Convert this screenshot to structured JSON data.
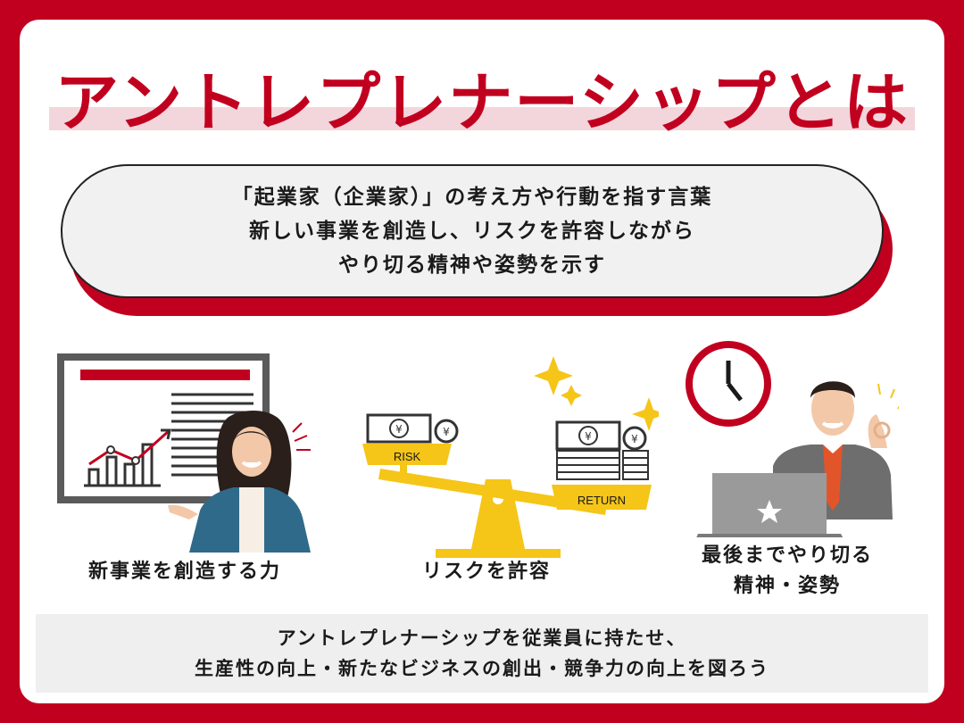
{
  "title": "アントレプレナーシップとは",
  "definition": {
    "lines": [
      "「起業家（企業家）」の考え方や行動を指す言葉",
      "新しい事業を創造し、リスクを許容しながら",
      "やり切る精神や姿勢を示す"
    ]
  },
  "items": [
    {
      "icon": "presenter-with-growth-chart-icon",
      "caption_lines": [
        "新事業を創造する力"
      ]
    },
    {
      "icon": "risk-return-balance-scale-icon",
      "scale_labels": {
        "risk": "RISK",
        "return": "RETURN"
      },
      "currency_symbol": "¥",
      "caption_lines": [
        "リスクを許容"
      ]
    },
    {
      "icon": "businessman-ok-sign-laptop-clock-icon",
      "caption_lines": [
        "最後までやり切る",
        "精神・姿勢"
      ]
    }
  ],
  "conclusion": {
    "lines": [
      "アントレプレナーシップを従業員に持たせ、",
      "生産性の向上・新たなビジネスの創出・競争力の向上を図ろう"
    ]
  },
  "colors": {
    "accent": "#c1001f",
    "title_band": "#f3d5dc",
    "panel": "#efefef",
    "gold": "#f5c518"
  }
}
